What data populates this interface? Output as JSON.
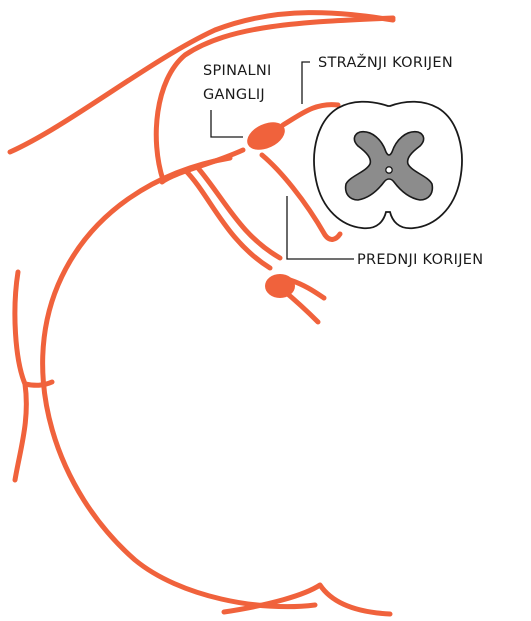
{
  "labels": {
    "spinal_ganglion_line1": "SPINALNI",
    "spinal_ganglion_line2": "GANGLIJ",
    "posterior_root": "STRAŽNJI KORIJEN",
    "anterior_root": "PREDNJI KORIJEN"
  },
  "colors": {
    "nerve": "#f0623c",
    "ganglion_fill": "#f0623c",
    "white_matter_fill": "#ffffff",
    "white_matter_outline": "#1a1a1a",
    "grey_matter_fill": "#8c8c8c",
    "leader_lines": "#1a1a1a"
  }
}
